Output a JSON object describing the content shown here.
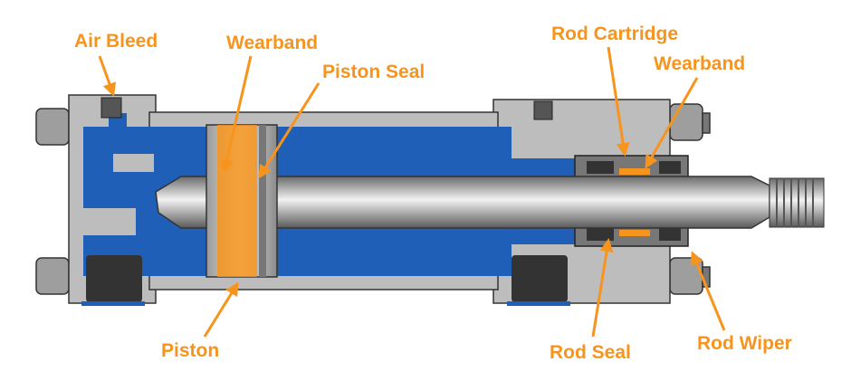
{
  "title": "Hydraulic cylinder cross-section",
  "colors": {
    "label": "#f7941d",
    "fluid": "#1f5fb8",
    "steel": "#bdbdbd",
    "dark": "#3a3a3a"
  },
  "labels": {
    "air_bleed": "Air Bleed",
    "wearband_piston": "Wearband",
    "piston_seal": "Piston Seal",
    "rod_cartridge": "Rod Cartridge",
    "wearband_rod": "Wearband",
    "piston": "Piston",
    "rod_seal": "Rod Seal",
    "rod_wiper": "Rod Wiper"
  }
}
